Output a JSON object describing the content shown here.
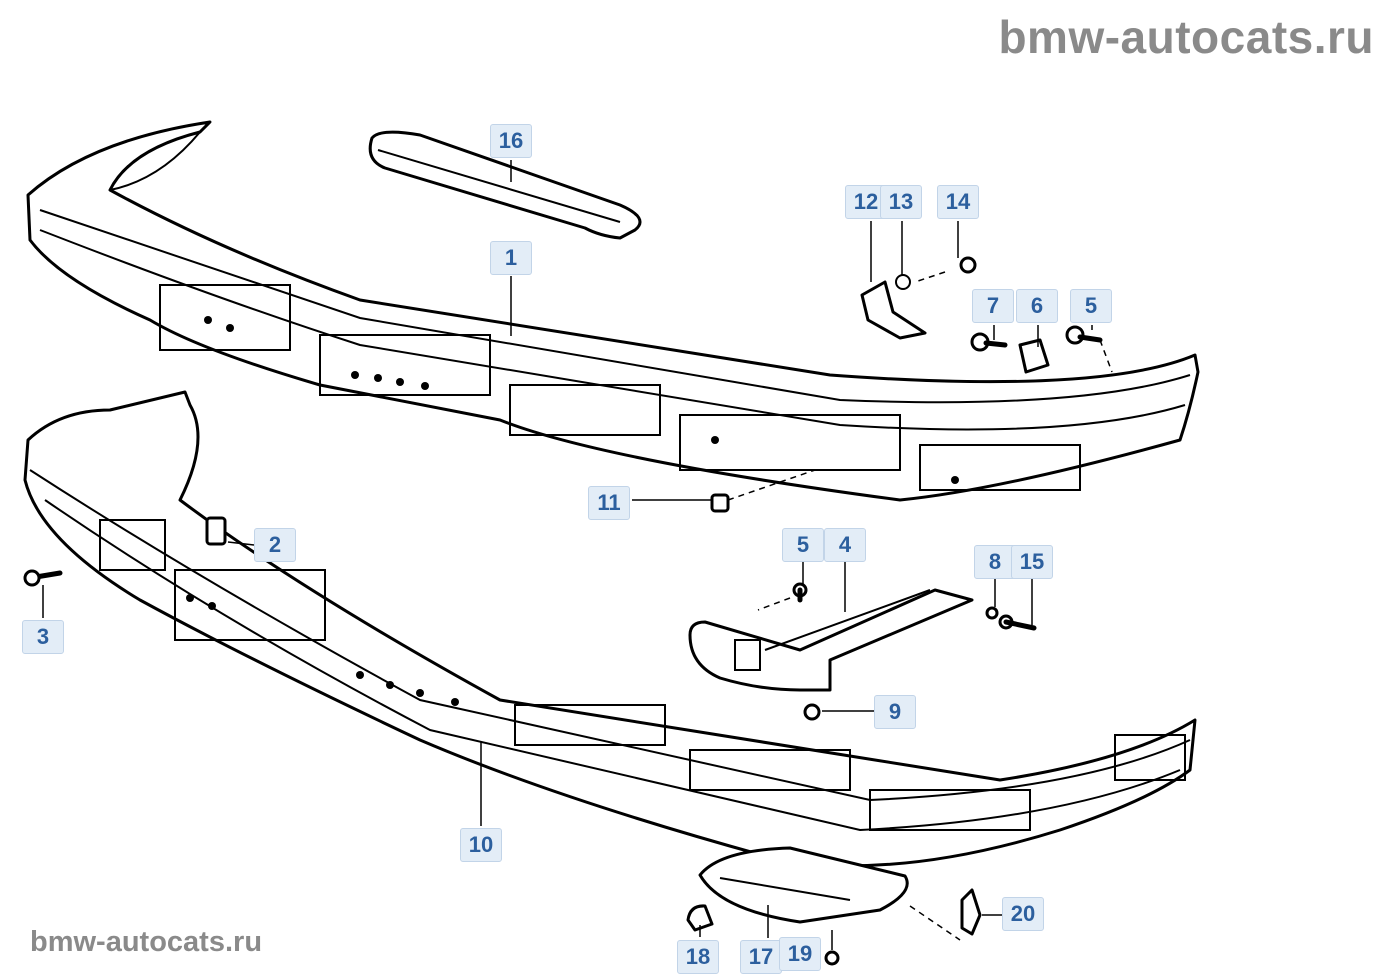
{
  "watermark_top": "bmw-autocats.ru",
  "watermark_bottom": "bmw-autocats.ru",
  "callouts": {
    "c1": "1",
    "c2": "2",
    "c3": "3",
    "c4": "4",
    "c5a": "5",
    "c5b": "5",
    "c6": "6",
    "c7": "7",
    "c8": "8",
    "c9": "9",
    "c10": "10",
    "c11": "11",
    "c12": "12",
    "c13": "13",
    "c14": "14",
    "c15": "15",
    "c16": "16",
    "c17": "17",
    "c18": "18",
    "c19": "19",
    "c20": "20"
  }
}
